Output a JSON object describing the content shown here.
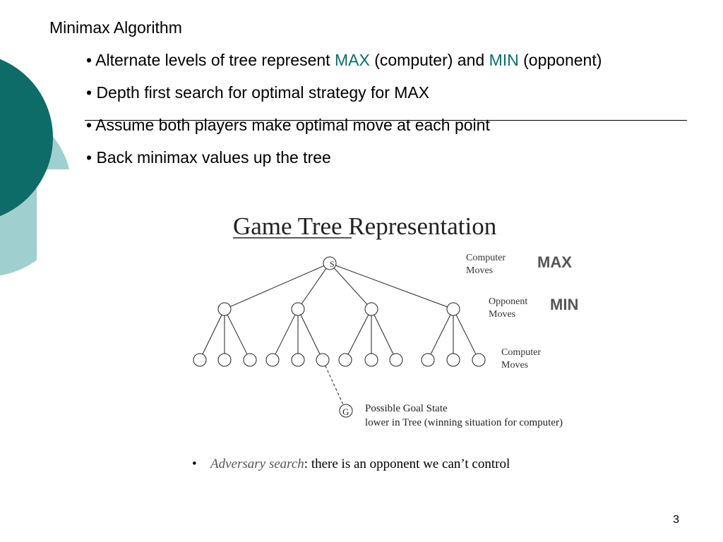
{
  "slide": {
    "title": "Minimax Algorithm",
    "bullets": [
      {
        "prefix": "• Alternate levels of tree represent ",
        "em1": "MAX",
        "mid": " (computer) and ",
        "em2": "MIN",
        "suffix": " (opponent)"
      },
      {
        "text": "• Depth first search for optimal strategy for MAX"
      },
      {
        "text": "• Assume both players make optimal move at each point"
      },
      {
        "text": "• Back minimax values up the tree"
      }
    ],
    "page_number": "3",
    "accent_color": "#0d6b68",
    "decoration_colors": {
      "dark": "#0d6b68",
      "light": "#9fcfcf"
    }
  },
  "figure": {
    "heading": "Game Tree Representation",
    "root_label": "S",
    "goal_label": "G",
    "level_labels": {
      "max_line1": "Computer",
      "max_line2": "Moves",
      "min_line1": "Opponent",
      "min_line2": "Moves",
      "leaf_line1": "Computer",
      "leaf_line2": "Moves"
    },
    "tags": {
      "max": "MAX",
      "min": "MIN"
    },
    "goal_caption_line1": "Possible Goal State",
    "goal_caption_line2": "lower in Tree (winning situation for computer)"
  },
  "caption": {
    "bullet": "•",
    "term": "Adversary search",
    "rest": ": there is an opponent we can’t control"
  }
}
